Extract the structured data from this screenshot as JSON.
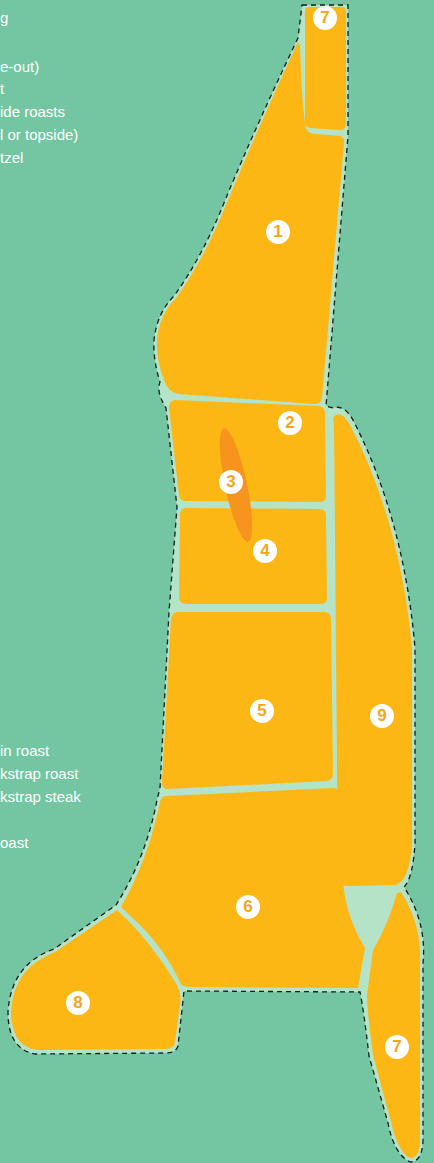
{
  "diagram": {
    "nodes": [
      {
        "text": [
          "7"
        ]
      },
      {
        "text": [
          "1"
        ]
      },
      {
        "text": [
          "2"
        ]
      },
      {
        "text": [
          "3"
        ]
      },
      {
        "text": [
          "4"
        ]
      },
      {
        "text": [
          "5"
        ]
      },
      {
        "text": [
          "9"
        ]
      },
      {
        "text": [
          "6"
        ]
      },
      {
        "text": [
          "8"
        ]
      },
      {
        "text": [
          "7"
        ]
      }
    ],
    "labels": [
      "g",
      "e-out)",
      "t",
      "ide roasts",
      "l or topside)",
      "tzel",
      "in roast",
      "kstrap roast",
      "kstrap steak",
      "oast"
    ]
  }
}
